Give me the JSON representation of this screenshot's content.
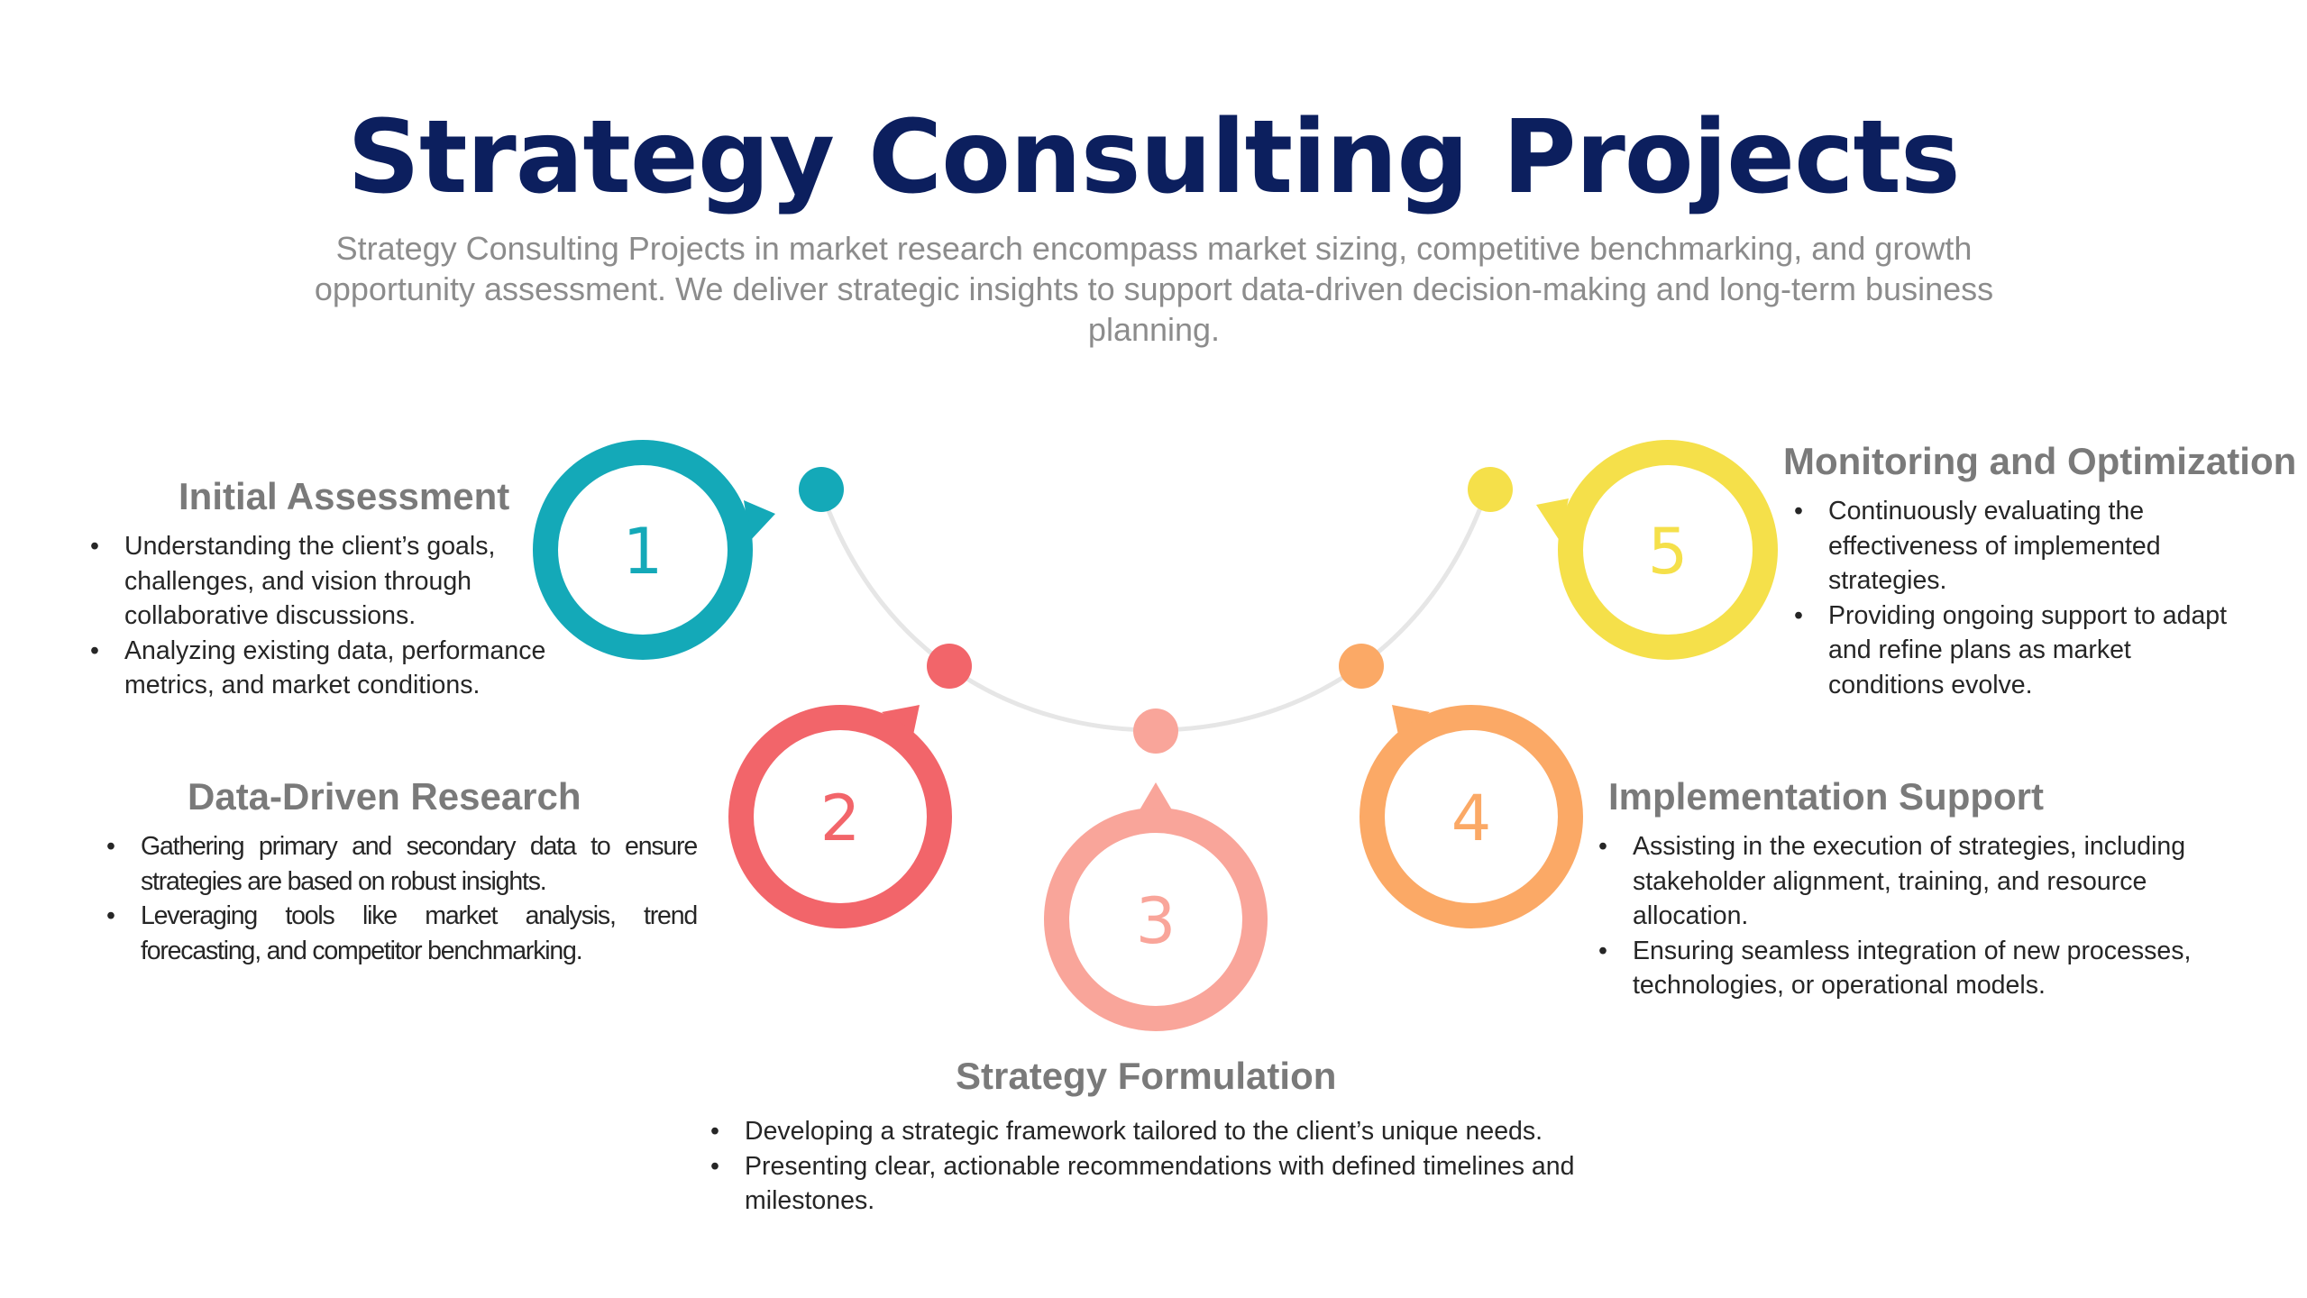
{
  "title": "Strategy Consulting Projects",
  "subtitle": "Strategy Consulting Projects in market research encompass market sizing, competitive benchmarking, and growth opportunity assessment. We deliver strategic insights to support data-driven decision-making and long-term business planning.",
  "colors": {
    "title": "#0c1f5e",
    "step1": "#14a9b8",
    "step2": "#f2656a",
    "step3": "#f9a59a",
    "step4": "#fba966",
    "step5": "#f5e04a",
    "arc": "#e6e6e6"
  },
  "steps": [
    {
      "number": "1",
      "heading": "Initial Assessment",
      "bullets": [
        "Understanding the client’s goals, challenges, and vision through collaborative discussions.",
        "Analyzing existing data, performance metrics, and market conditions."
      ]
    },
    {
      "number": "2",
      "heading": "Data-Driven Research",
      "bullets": [
        "Gathering primary and secondary data to ensure strategies are based on robust insights.",
        "Leveraging tools like market analysis, trend forecasting, and competitor benchmarking."
      ]
    },
    {
      "number": "3",
      "heading": "Strategy Formulation",
      "bullets": [
        "Developing a strategic framework tailored to the client’s unique needs.",
        "Presenting clear, actionable recommendations with defined timelines and milestones."
      ]
    },
    {
      "number": "4",
      "heading": "Implementation Support",
      "bullets": [
        "Assisting in the execution of strategies, including stakeholder alignment, training, and resource allocation.",
        "Ensuring seamless integration of new processes, technologies, or operational models."
      ]
    },
    {
      "number": "5",
      "heading": "Monitoring and Optimization",
      "bullets": [
        "Continuously evaluating the effectiveness of implemented strategies.",
        "Providing ongoing support to adapt and refine plans as market conditions evolve."
      ]
    }
  ]
}
